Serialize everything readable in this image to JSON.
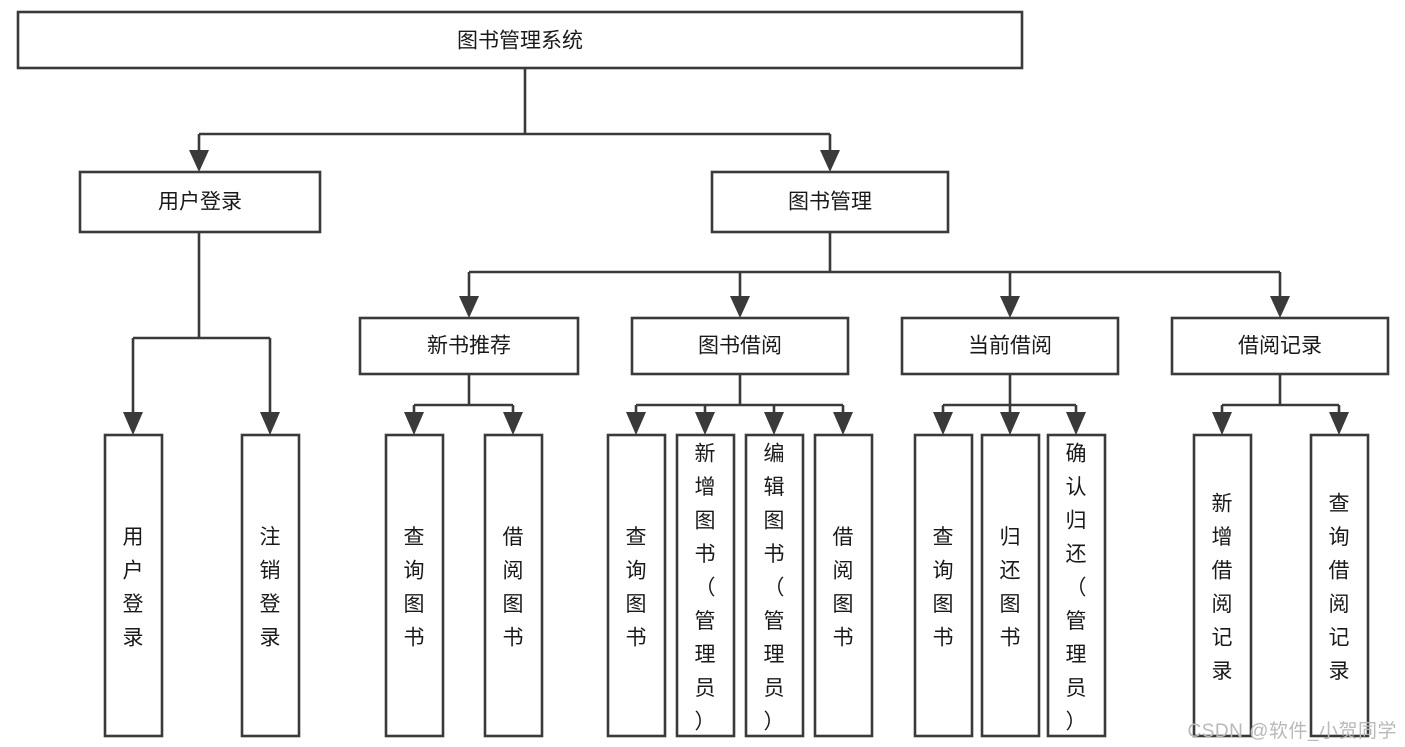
{
  "diagram": {
    "type": "tree",
    "title": "图书管理系统",
    "watermark": "CSDN @软件_小贺同学",
    "colors": {
      "stroke": "#3a3a3a",
      "fill": "#ffffff",
      "text": "#1a1a1a",
      "watermark": "#b9b9b9"
    },
    "levels": {
      "root": {
        "label": "图书管理系统"
      },
      "level2": [
        {
          "id": "user-login",
          "label": "用户登录"
        },
        {
          "id": "book-management",
          "label": "图书管理"
        }
      ],
      "level3": [
        {
          "id": "new-book-recommend",
          "label": "新书推荐"
        },
        {
          "id": "book-borrow",
          "label": "图书借阅"
        },
        {
          "id": "current-borrow",
          "label": "当前借阅"
        },
        {
          "id": "borrow-record",
          "label": "借阅记录"
        }
      ],
      "leaves": {
        "user-login": [
          {
            "id": "leaf-user-login",
            "label": "用户登录"
          },
          {
            "id": "leaf-logout-login",
            "label": "注销登录"
          }
        ],
        "new-book-recommend": [
          {
            "id": "leaf-query-book-1",
            "label": "查询图书"
          },
          {
            "id": "leaf-borrow-book-1",
            "label": "借阅图书"
          }
        ],
        "book-borrow": [
          {
            "id": "leaf-query-book-2",
            "label": "查询图书"
          },
          {
            "id": "leaf-add-book",
            "label": "新增图书（管理员）"
          },
          {
            "id": "leaf-edit-book",
            "label": "编辑图书（管理员）"
          },
          {
            "id": "leaf-borrow-book-2",
            "label": "借阅图书"
          }
        ],
        "current-borrow": [
          {
            "id": "leaf-query-book-3",
            "label": "查询图书"
          },
          {
            "id": "leaf-return-book",
            "label": "归还图书"
          },
          {
            "id": "leaf-confirm-return",
            "label": "确认归还（管理员）"
          }
        ],
        "borrow-record": [
          {
            "id": "leaf-add-record",
            "label": "新增借阅记录"
          },
          {
            "id": "leaf-query-record",
            "label": "查询借阅记录"
          }
        ]
      }
    }
  }
}
